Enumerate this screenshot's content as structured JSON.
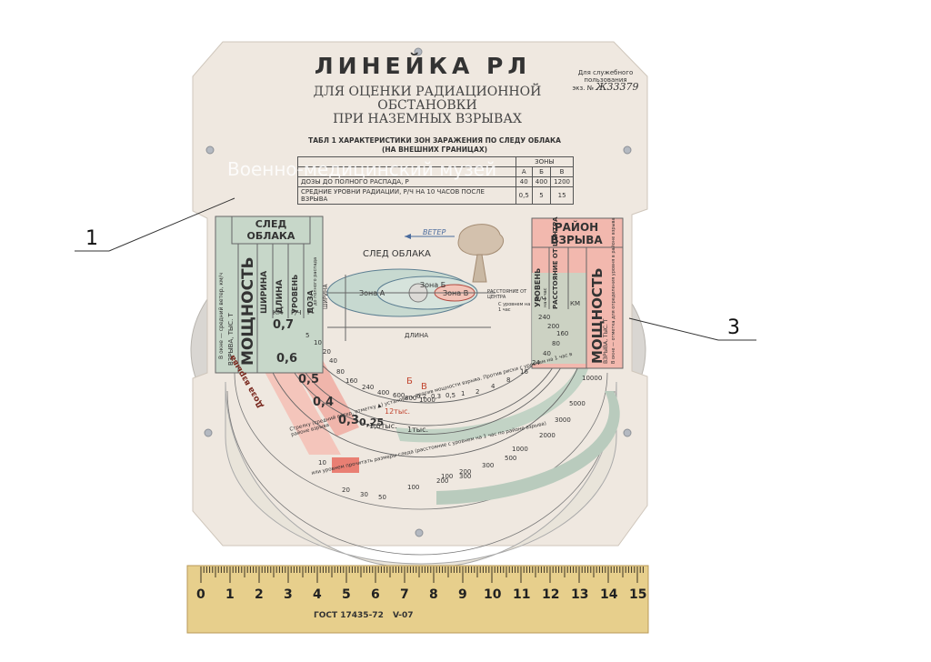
{
  "header": {
    "title": "ЛИНЕЙКА РЛ",
    "subtitle_line1": "ДЛЯ ОЦЕНКИ РАДИАЦИОННОЙ ОБСТАНОВКИ",
    "subtitle_line2": "ПРИ НАЗЕМНЫХ ВЗРЫВАХ"
  },
  "service_stamp": {
    "line1": "Для служебного",
    "line2": "пользования",
    "line3": "экз. №",
    "number": "Ж33379"
  },
  "watermark": "Военно-медицинский музей",
  "table": {
    "caption_line1": "ТАБЛ 1 ХАРАКТЕРИСТИКИ ЗОН ЗАРАЖЕНИЯ ПО СЛЕДУ ОБЛАКА",
    "caption_line2": "(НА ВНЕШНИХ ГРАНИЦАХ)",
    "header_zones": "ЗОНЫ",
    "header_letters": [
      "А",
      "Б",
      "В"
    ],
    "row1_label": "ДОЗЫ ДО ПОЛНОГО РАСПАДА, Р",
    "row1_values": [
      "40",
      "400",
      "1200"
    ],
    "row2_label": "СРЕДНИЕ УРОВНИ РАДИАЦИИ, Р/Ч НА 10 ЧАСОВ ПОСЛЕ ВЗРЫВА",
    "row2_values": [
      "0,5",
      "5",
      "15"
    ]
  },
  "left_panel": {
    "heading": "СЛЕД ОБЛАКА",
    "col_power": "МОЩНОСТЬ",
    "col_power_sub": "ВЗРЫВА, ТЫС. Т",
    "col_power_note": "В окне — средний ветер, км/ч",
    "col_length": "ДЛИНА",
    "col_width": "ШИРИНА",
    "col_level": "УРОВЕНЬ",
    "col_level_unit": "Р/Ч",
    "col_dose": "ДОЗА",
    "col_dose_note": "до полного распада",
    "col_dose_unit": "Р",
    "col_km": "КМ"
  },
  "right_panel": {
    "heading": "РАЙОН ВЗРЫВА",
    "col_level": "УРОВЕНЬ",
    "col_level_note": "на 1 час",
    "col_level_unit": "Р/Ч",
    "col_distance": "РАССТОЯНИЕ ОТ ЦЕНТРА",
    "col_km": "КМ",
    "col_power": "МОЩНОСТЬ",
    "col_power_sub": "ВЗРЫВА, ТЫС. Т",
    "col_power_note": "В окне — отметка для определения уровня в районе взрыва"
  },
  "diagram": {
    "trace_label": "СЛЕД ОБЛАКА",
    "wind_label": "ВЕТЕР",
    "zone_a": "Зона А",
    "zone_b": "Зона Б",
    "zone_v": "Зона В",
    "width_label": "ШИРИНА",
    "length_label": "ДЛИНА",
    "distance_note": "РАССТОЯНИЕ ОТ ЦЕНТРА",
    "level_note": "С уровнем на 1 час"
  },
  "red_scale_values": [
    "0,7",
    "0,6",
    "0,5",
    "0,4",
    "0,3",
    "0,25"
  ],
  "red_scale_label": "Доза взрыва",
  "inner_scale_values": [
    "5",
    "10",
    "20",
    "40",
    "80",
    "160",
    "240",
    "400",
    "600",
    "800",
    "1000"
  ],
  "middle_scale_values": [
    "0,2",
    "0,3",
    "0,5",
    "1",
    "2",
    "4",
    "8",
    "16",
    "24",
    "40",
    "80",
    "160",
    "200",
    "240"
  ],
  "outer_scale_values": [
    "100",
    "200",
    "300",
    "500",
    "1000",
    "2000",
    "3000",
    "5000",
    "10000"
  ],
  "bottom_scale_values": [
    "10",
    "20",
    "30",
    "50",
    "100",
    "200",
    "300"
  ],
  "mid_labels": {
    "b": "Б",
    "v": "В",
    "kt_12": "12тыс.",
    "kt_1_6": "1,6тыс.",
    "kt_1": "1тыс."
  },
  "instruction_1": "Стрелку (средний ветер, отметку ▲) установить против мощности взрыва. Против риски с уровнем на 1 час в районе взрыва",
  "instruction_2": "или уровнем прочитать размеры следа (расстояние с уровнем на 1 час по районе взрыва)",
  "callouts": {
    "left": "1",
    "right": "3"
  },
  "ruler": {
    "numbers": [
      "0",
      "1",
      "2",
      "3",
      "4",
      "5",
      "6",
      "7",
      "8",
      "9",
      "10",
      "11",
      "12",
      "13",
      "14",
      "15"
    ],
    "marking": "ГОСТ 17435-72",
    "marking2": "V-07"
  },
  "colors": {
    "plate": "#efe8e0",
    "panel_green": "#bfd2c3",
    "panel_red": "#f0b5ab",
    "ruler": "#e7cf8c"
  }
}
